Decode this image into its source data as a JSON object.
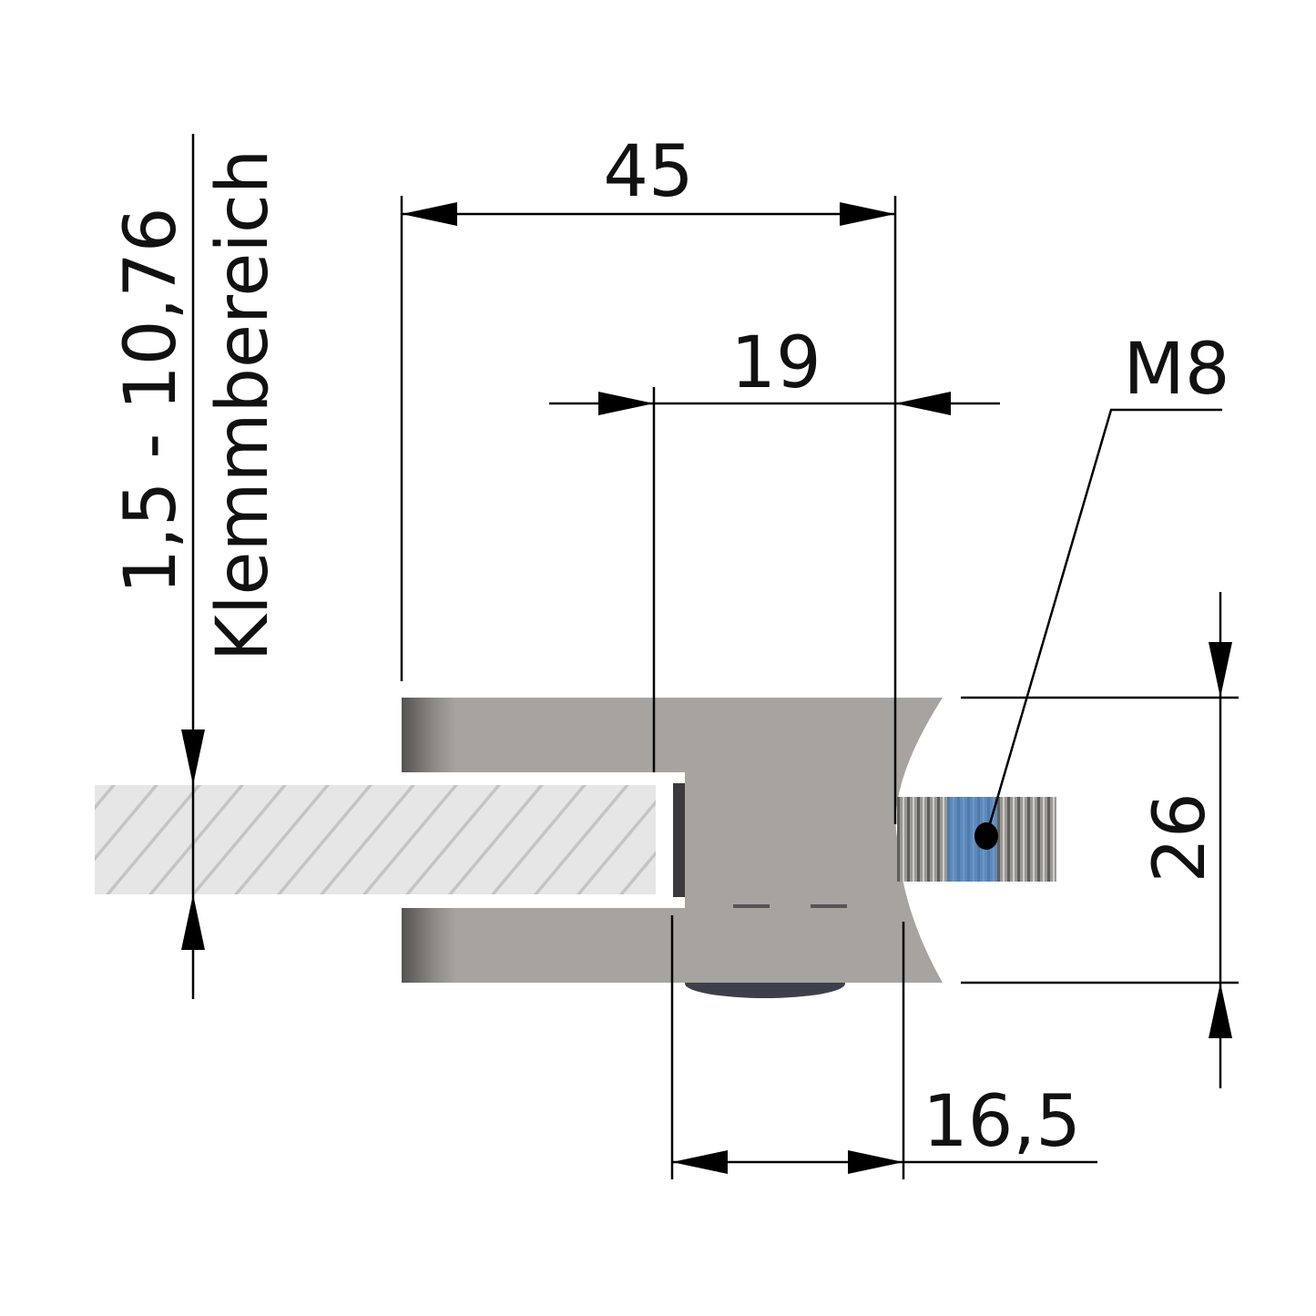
{
  "dimensions": {
    "width_total": "45",
    "depth": "19",
    "thread": "M8",
    "height": "26",
    "offset": "16,5",
    "clamp_range": "1,5 - 10,76",
    "clamp_range_label": "Klemmbereich"
  },
  "colors": {
    "body": "#a7a49f",
    "glass": "#e6e6e6",
    "hatch": "#c4c4c4",
    "bolt_coating": "#4a86c8"
  }
}
